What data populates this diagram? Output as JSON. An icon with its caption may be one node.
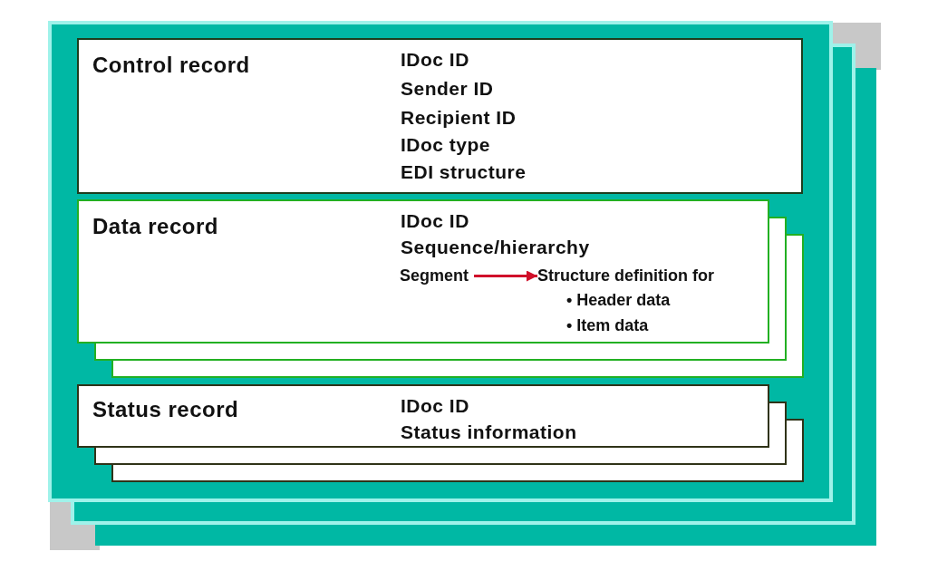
{
  "diagram": {
    "nodes": [
      {
        "text": [
          "Control record",
          "IDoc ID",
          "Sender ID",
          "Recipient ID",
          "IDoc type",
          "EDI structure"
        ]
      },
      {
        "text": [
          "Data record",
          "IDoc ID",
          "Sequence/hierarchy"
        ]
      },
      {
        "text": [
          "Segment"
        ],
        "in": 1
      },
      {
        "text": [
          "Structure definition for",
          "• Header data",
          "• Item data"
        ],
        "in": 1
      },
      {
        "text": [
          "Status record",
          "IDoc ID",
          "Status information"
        ]
      }
    ],
    "edges": [
      {
        "from": 2,
        "to": 3,
        "arrow": "to",
        "color": "#d0102a"
      }
    ]
  }
}
